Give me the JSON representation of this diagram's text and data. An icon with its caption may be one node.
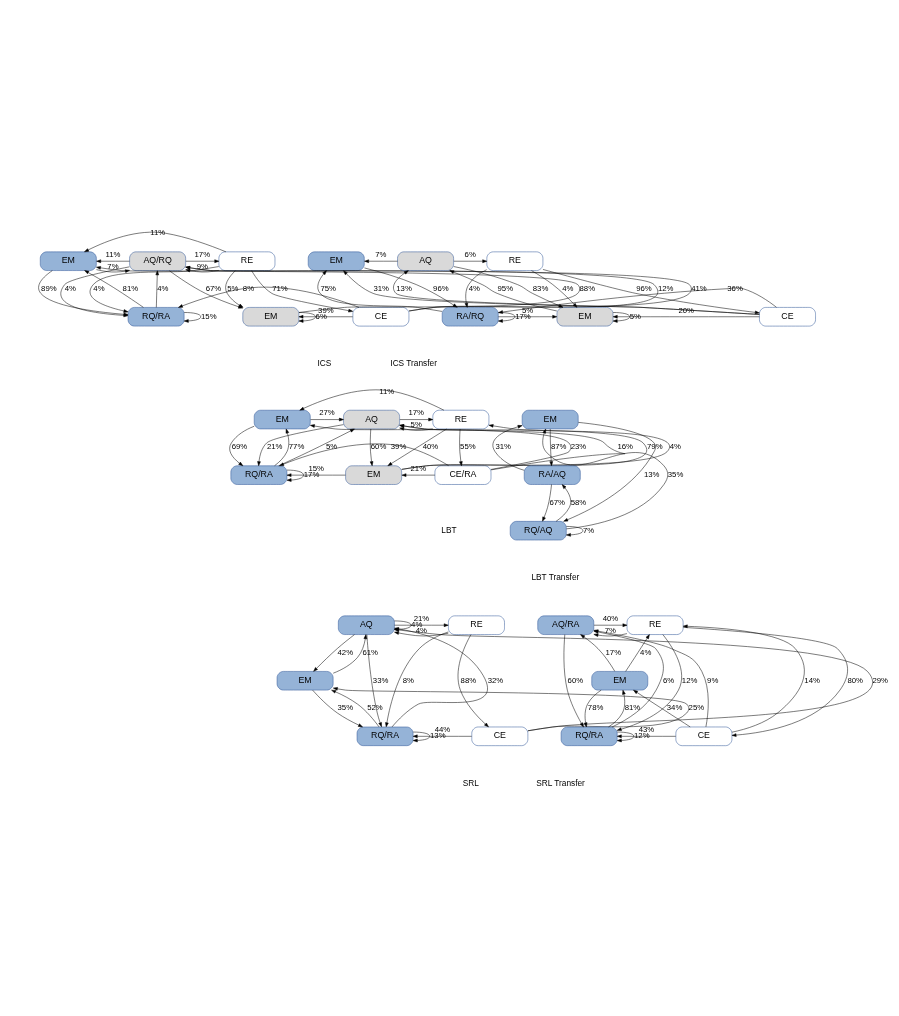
{
  "diagram": {
    "nodes": [
      {
        "text": [
          "EM"
        ]
      },
      {
        "text": [
          "AQ/RQ"
        ]
      },
      {
        "text": [
          "RE"
        ]
      },
      {
        "text": [
          "RQ/RA"
        ]
      },
      {
        "text": [
          "EM"
        ]
      },
      {
        "text": [
          "CE"
        ]
      },
      {
        "text": [
          "EM"
        ]
      },
      {
        "text": [
          "AQ"
        ]
      },
      {
        "text": [
          "RE"
        ]
      },
      {
        "text": [
          "RA/RQ"
        ]
      },
      {
        "text": [
          "EM"
        ]
      },
      {
        "text": [
          "CE"
        ]
      },
      {
        "text": [
          "EM"
        ]
      },
      {
        "text": [
          "AQ"
        ]
      },
      {
        "text": [
          "RE"
        ]
      },
      {
        "text": [
          "RQ/RA"
        ]
      },
      {
        "text": [
          "EM"
        ]
      },
      {
        "text": [
          "CE/RA"
        ]
      },
      {
        "text": [
          "EM"
        ]
      },
      {
        "text": [
          "RA/AQ"
        ]
      },
      {
        "text": [
          "RQ/AQ"
        ]
      },
      {
        "text": [
          "AQ"
        ]
      },
      {
        "text": [
          "RE"
        ]
      },
      {
        "text": [
          "EM"
        ]
      },
      {
        "text": [
          "RQ/RA"
        ]
      },
      {
        "text": [
          "CE"
        ]
      },
      {
        "text": [
          "AQ/RA"
        ]
      },
      {
        "text": [
          "RE"
        ]
      },
      {
        "text": [
          "EM"
        ]
      },
      {
        "text": [
          "RQ/RA"
        ]
      },
      {
        "text": [
          "CE"
        ]
      }
    ],
    "edges": [
      {
        "from": 0,
        "to": 1,
        "arrow": "to",
        "label": "7%"
      },
      {
        "from": 1,
        "to": 0,
        "arrow": "to",
        "label": "11%"
      },
      {
        "from": 1,
        "to": 2,
        "arrow": "to",
        "label": "17%"
      },
      {
        "from": 2,
        "to": 1,
        "arrow": "to",
        "label": "9%"
      },
      {
        "from": 2,
        "to": 0,
        "arrow": "to",
        "label": "11%"
      },
      {
        "from": 2,
        "to": 3,
        "arrow": "to",
        "label": "4%"
      },
      {
        "from": 5,
        "to": 0,
        "arrow": "to",
        "label": "12%"
      },
      {
        "from": 5,
        "to": 3,
        "arrow": "to",
        "label": "8%"
      },
      {
        "from": 0,
        "to": 3,
        "arrow": "to",
        "label": "89%"
      },
      {
        "from": 3,
        "to": 0,
        "arrow": "to",
        "label": "81%"
      },
      {
        "from": 1,
        "to": 3,
        "arrow": "to",
        "label": "4%"
      },
      {
        "from": 3,
        "to": 1,
        "arrow": "to",
        "label": "4%"
      },
      {
        "from": 1,
        "to": 4,
        "arrow": "to",
        "label": "67%"
      },
      {
        "from": 4,
        "to": 1,
        "arrow": "to",
        "label": "88%"
      },
      {
        "from": 5,
        "to": 1,
        "arrow": "to",
        "label": "41%"
      },
      {
        "from": 2,
        "to": 4,
        "arrow": "to",
        "label": "5%"
      },
      {
        "from": 2,
        "to": 5,
        "arrow": "to",
        "label": "71%"
      },
      {
        "from": 5,
        "to": 4,
        "arrow": "to",
        "label": "39%"
      },
      {
        "from": 3,
        "to": 3,
        "arrow": "to",
        "label": "15%"
      },
      {
        "from": 4,
        "to": 4,
        "arrow": "to",
        "label": "6%"
      },
      {
        "from": 7,
        "to": 6,
        "arrow": "to",
        "label": "7%"
      },
      {
        "from": 7,
        "to": 8,
        "arrow": "to",
        "label": "6%"
      },
      {
        "from": 8,
        "to": 9,
        "arrow": "to",
        "label": "4%"
      },
      {
        "from": 11,
        "to": 6,
        "arrow": "to",
        "label": "31%"
      },
      {
        "from": 11,
        "to": 9,
        "arrow": "to",
        "label": "36%"
      },
      {
        "from": 6,
        "to": 9,
        "arrow": "to",
        "label": "96%"
      },
      {
        "from": 9,
        "to": 6,
        "arrow": "to",
        "label": "75%"
      },
      {
        "from": 9,
        "to": 10,
        "arrow": "to",
        "label": "5%"
      },
      {
        "from": 7,
        "to": 10,
        "arrow": "to",
        "label": "83%"
      },
      {
        "from": 10,
        "to": 7,
        "arrow": "to",
        "label": "95%"
      },
      {
        "from": 11,
        "to": 7,
        "arrow": "to",
        "label": "13%"
      },
      {
        "from": 8,
        "to": 10,
        "arrow": "to",
        "label": "4%"
      },
      {
        "from": 8,
        "to": 11,
        "arrow": "to",
        "label": "96%"
      },
      {
        "from": 11,
        "to": 10,
        "arrow": "to",
        "label": "20%"
      },
      {
        "from": 9,
        "to": 9,
        "arrow": "to",
        "label": "17%"
      },
      {
        "from": 10,
        "to": 10,
        "arrow": "to",
        "label": "5%"
      },
      {
        "from": 12,
        "to": 13,
        "arrow": "to",
        "label": "27%"
      },
      {
        "from": 13,
        "to": 14,
        "arrow": "to",
        "label": "17%"
      },
      {
        "from": 14,
        "to": 13,
        "arrow": "to",
        "label": "5%"
      },
      {
        "from": 14,
        "to": 12,
        "arrow": "to",
        "label": "11%"
      },
      {
        "from": 12,
        "to": 15,
        "arrow": "to",
        "label": "69%"
      },
      {
        "from": 15,
        "to": 12,
        "arrow": "to",
        "label": "77%"
      },
      {
        "from": 13,
        "to": 15,
        "arrow": "to",
        "label": "21%"
      },
      {
        "from": 15,
        "to": 13,
        "arrow": "to",
        "label": "5%"
      },
      {
        "from": 13,
        "to": 16,
        "arrow": "to",
        "label": "60%"
      },
      {
        "from": 16,
        "to": 13,
        "arrow": "to",
        "label": "79%"
      },
      {
        "from": 17,
        "to": 13,
        "arrow": "to",
        "label": "16%"
      },
      {
        "from": 14,
        "to": 16,
        "arrow": "to",
        "label": "40%"
      },
      {
        "from": 16,
        "to": 14,
        "arrow": "to",
        "label": "4%"
      },
      {
        "from": 14,
        "to": 17,
        "arrow": "to",
        "label": "55%"
      },
      {
        "from": 16,
        "to": 15,
        "arrow": "to",
        "label": "15%"
      },
      {
        "from": 17,
        "to": 16,
        "arrow": "to",
        "label": "21%"
      },
      {
        "from": 17,
        "to": 12,
        "arrow": "to",
        "label": "23%"
      },
      {
        "from": 17,
        "to": 15,
        "arrow": "to",
        "label": "39%"
      },
      {
        "from": 15,
        "to": 15,
        "arrow": "to",
        "label": "17%"
      },
      {
        "from": 18,
        "to": 19,
        "arrow": "to",
        "label": "87%"
      },
      {
        "from": 19,
        "to": 18,
        "arrow": "to",
        "label": "31%"
      },
      {
        "from": 18,
        "to": 20,
        "arrow": "to",
        "label": "13%"
      },
      {
        "from": 20,
        "to": 18,
        "arrow": "to",
        "label": "35%"
      },
      {
        "from": 19,
        "to": 20,
        "arrow": "to",
        "label": "67%"
      },
      {
        "from": 20,
        "to": 19,
        "arrow": "to",
        "label": "58%"
      },
      {
        "from": 20,
        "to": 20,
        "arrow": "to",
        "label": "7%"
      },
      {
        "from": 21,
        "to": 21,
        "arrow": "to",
        "label": "4%"
      },
      {
        "from": 21,
        "to": 22,
        "arrow": "to",
        "label": "21%"
      },
      {
        "from": 22,
        "to": 21,
        "arrow": "to",
        "label": "4%"
      },
      {
        "from": 21,
        "to": 23,
        "arrow": "to",
        "label": "42%"
      },
      {
        "from": 23,
        "to": 21,
        "arrow": "to",
        "label": "61%"
      },
      {
        "from": 21,
        "to": 24,
        "arrow": "to",
        "label": "33%"
      },
      {
        "from": 24,
        "to": 21,
        "arrow": "to",
        "label": "32%"
      },
      {
        "from": 25,
        "to": 21,
        "arrow": "to",
        "label": "29%"
      },
      {
        "from": 22,
        "to": 24,
        "arrow": "to",
        "label": "8%"
      },
      {
        "from": 22,
        "to": 25,
        "arrow": "to",
        "label": "88%"
      },
      {
        "from": 23,
        "to": 24,
        "arrow": "to",
        "label": "35%"
      },
      {
        "from": 24,
        "to": 23,
        "arrow": "to",
        "label": "52%"
      },
      {
        "from": 25,
        "to": 24,
        "arrow": "to",
        "label": "44%"
      },
      {
        "from": 24,
        "to": 24,
        "arrow": "to",
        "label": "13%"
      },
      {
        "from": 25,
        "to": 23,
        "arrow": "to",
        "label": "25%"
      },
      {
        "from": 28,
        "to": 27,
        "arrow": "to",
        "label": "4%"
      },
      {
        "from": 26,
        "to": 27,
        "arrow": "to",
        "label": "40%"
      },
      {
        "from": 27,
        "to": 26,
        "arrow": "to",
        "label": "7%"
      },
      {
        "from": 28,
        "to": 26,
        "arrow": "to",
        "label": "17%"
      },
      {
        "from": 26,
        "to": 29,
        "arrow": "to",
        "label": "60%"
      },
      {
        "from": 29,
        "to": 26,
        "arrow": "to",
        "label": "6%"
      },
      {
        "from": 30,
        "to": 26,
        "arrow": "to",
        "label": "9%"
      },
      {
        "from": 27,
        "to": 29,
        "arrow": "to",
        "label": "12%"
      },
      {
        "from": 27,
        "to": 30,
        "arrow": "to",
        "label": "80%"
      },
      {
        "from": 30,
        "to": 27,
        "arrow": "to",
        "label": "14%"
      },
      {
        "from": 28,
        "to": 29,
        "arrow": "to",
        "label": "78%"
      },
      {
        "from": 29,
        "to": 28,
        "arrow": "to",
        "label": "81%"
      },
      {
        "from": 30,
        "to": 29,
        "arrow": "to",
        "label": "43%"
      },
      {
        "from": 29,
        "to": 29,
        "arrow": "to",
        "label": "12%"
      },
      {
        "from": 30,
        "to": 28,
        "arrow": "to",
        "label": "34%"
      }
    ],
    "labels": [
      "ICS",
      "ICS Transfer",
      "LBT",
      "LBT Transfer",
      "SRL",
      "SRL Transfer"
    ]
  }
}
